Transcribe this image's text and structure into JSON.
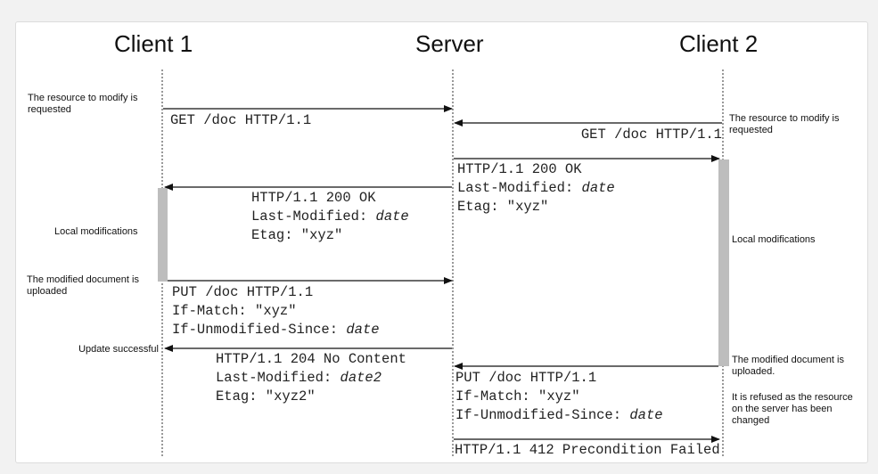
{
  "lanes": {
    "client1": "Client 1",
    "server": "Server",
    "client2": "Client 2"
  },
  "notes": {
    "c1_request": "The resource to modify is requested",
    "c2_request": "The resource to modify is requested",
    "c1_local": "Local modifications",
    "c2_local": "Local modifications",
    "c1_upload": "The modified document is uploaded",
    "c1_success": "Update successful",
    "c2_upload": "The modified document is uploaded.",
    "c2_refused": "It is refused as the resource on the server has been changed"
  },
  "messages": {
    "get1": "GET /doc HTTP/1.1",
    "get2": "GET /doc HTTP/1.1",
    "resp2": {
      "status": "HTTP/1.1 200 OK",
      "lm_label": "Last-Modified: ",
      "lm_value": "date",
      "etag": "Etag: \"xyz\""
    },
    "resp1": {
      "status": "HTTP/1.1 200 OK",
      "lm_label": "Last-Modified: ",
      "lm_value": "date",
      "etag": "Etag: \"xyz\""
    },
    "put1": {
      "line": "PUT /doc HTTP/1.1",
      "ifmatch": "If-Match: \"xyz\"",
      "ius_label": "If-Unmodified-Since: ",
      "ius_value": "date"
    },
    "resp204": {
      "status": "HTTP/1.1 204 No Content",
      "lm_label": "Last-Modified: ",
      "lm_value": "date2",
      "etag": "Etag: \"xyz2\""
    },
    "put2": {
      "line": "PUT /doc HTTP/1.1",
      "ifmatch": "If-Match: \"xyz\"",
      "ius_label": "If-Unmodified-Since: ",
      "ius_value": "date"
    },
    "resp412": "HTTP/1.1 412 Precondition Failed"
  },
  "colors": {
    "lifeline": "#333333",
    "arrow": "#111111",
    "activation": "#bdbdbd"
  }
}
